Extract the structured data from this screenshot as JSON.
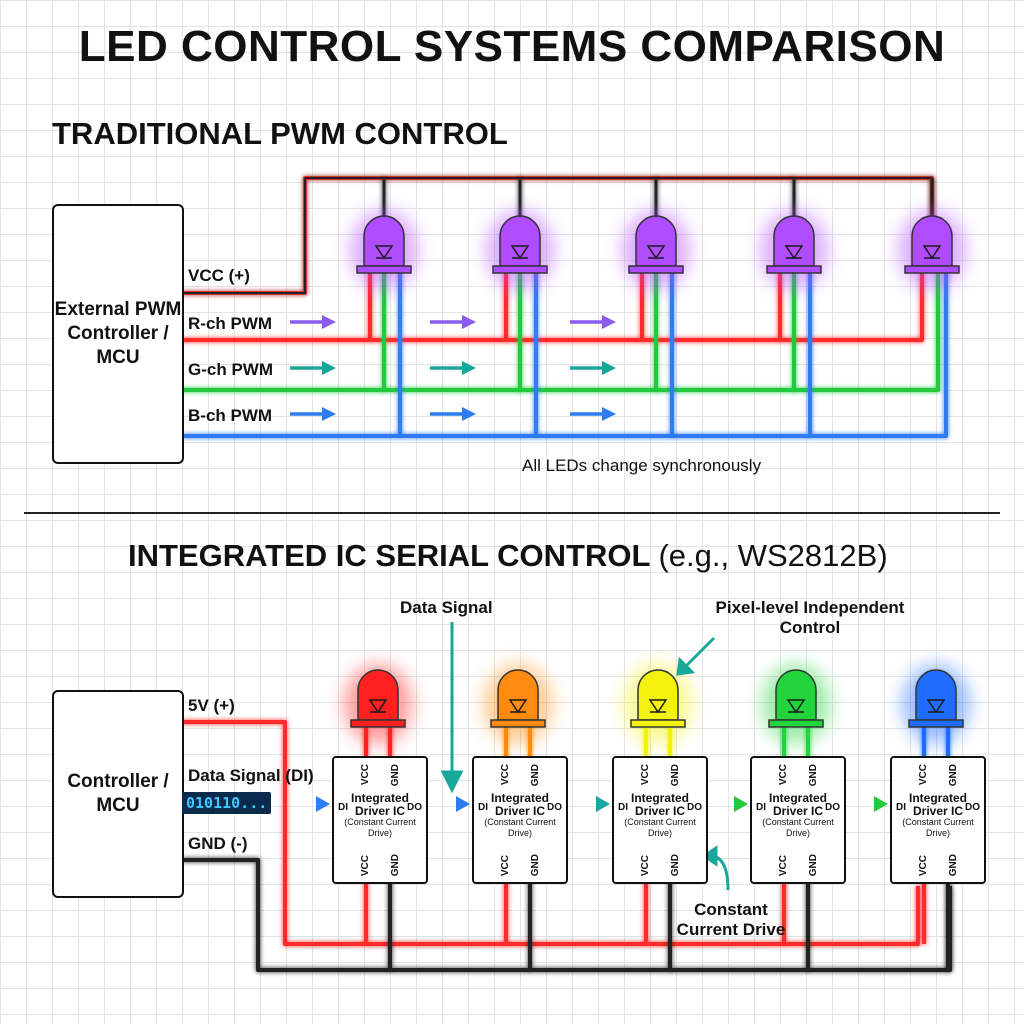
{
  "title": "LED CONTROL SYSTEMS COMPARISON",
  "pwm": {
    "heading": "TRADITIONAL PWM CONTROL",
    "controller": "External PWM Controller / MCU",
    "vcc_label": "VCC (+)",
    "r_label": "R-ch PWM",
    "g_label": "G-ch PWM",
    "b_label": "B-ch PWM",
    "note": "All LEDs change synchronously",
    "led_color": "#b04cff",
    "led_count": 5
  },
  "serial": {
    "heading": "INTEGRATED IC SERIAL CONTROL",
    "heading_paren": "(e.g., WS2812B)",
    "controller": "Controller / MCU",
    "v5_label": "5V (+)",
    "data_label": "Data Signal (DI)",
    "gnd_label": "GND (-)",
    "bits": "010110...",
    "callout_data": "Data Signal",
    "callout_pixel": "Pixel-level Independent Control",
    "callout_current": "Constant Current Drive",
    "pins": {
      "vcc": "VCC",
      "gnd": "GND",
      "di": "DI",
      "do": "DO"
    },
    "ic_name": "Integrated Driver IC",
    "ic_sub": "(Constant Current Drive)",
    "led_colors": [
      "#ff2020",
      "#ff8a10",
      "#f2f20e",
      "#22d43c",
      "#1f6cff"
    ]
  }
}
